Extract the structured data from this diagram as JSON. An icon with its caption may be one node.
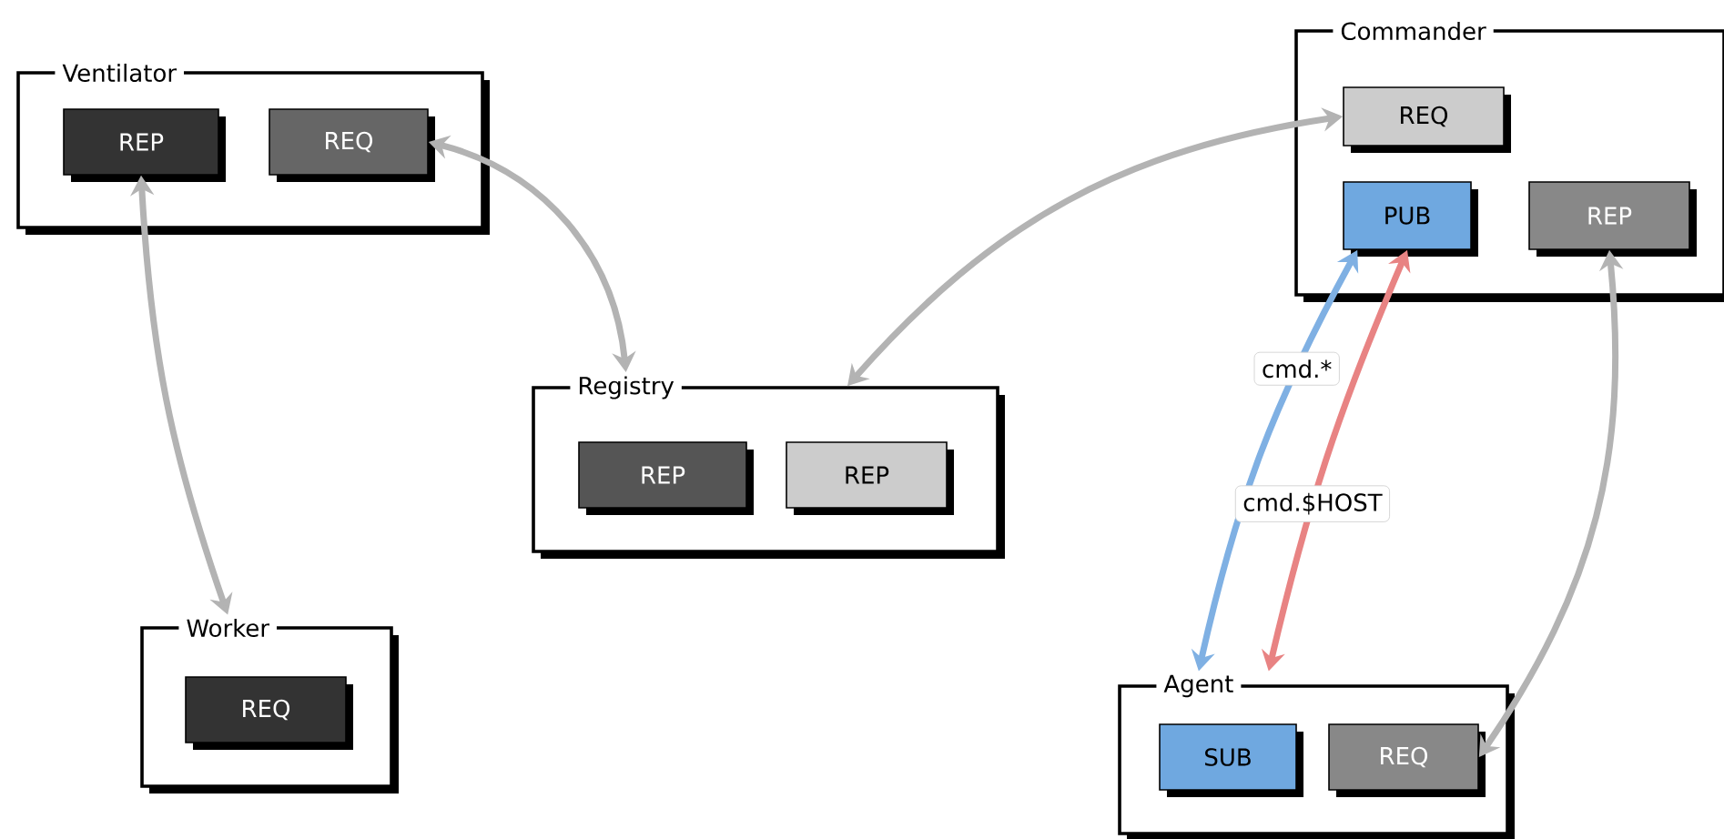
{
  "diagram": {
    "nodes": [
      {
        "text": [
          "Ventilator"
        ]
      },
      {
        "text": [
          "REP"
        ],
        "in": 0
      },
      {
        "text": [
          "REQ"
        ],
        "in": 0
      },
      {
        "text": [
          "Worker"
        ]
      },
      {
        "text": [
          "REQ"
        ],
        "in": 3
      },
      {
        "text": [
          "Registry"
        ]
      },
      {
        "text": [
          "REP"
        ],
        "in": 5
      },
      {
        "text": [
          "REP"
        ],
        "in": 5
      },
      {
        "text": [
          "Commander"
        ]
      },
      {
        "text": [
          "REQ"
        ],
        "in": 8
      },
      {
        "text": [
          "PUB"
        ],
        "in": 8
      },
      {
        "text": [
          "REP"
        ],
        "in": 8
      },
      {
        "text": [
          "Agent"
        ]
      },
      {
        "text": [
          "SUB"
        ],
        "in": 12
      },
      {
        "text": [
          "REQ"
        ],
        "in": 12
      }
    ],
    "edges": [
      {
        "from": 1,
        "to": 3,
        "arrow": "both"
      },
      {
        "from": 2,
        "to": 5,
        "arrow": "both"
      },
      {
        "from": 5,
        "to": 9,
        "arrow": "both"
      },
      {
        "from": 11,
        "to": 14,
        "arrow": "both"
      },
      {
        "from": 12,
        "to": 10,
        "arrow": "both",
        "label": "cmd.*",
        "color": "#7fb0e3"
      },
      {
        "from": 10,
        "to": 12,
        "arrow": "both",
        "label": "cmd.$HOST",
        "color": "#e88383"
      }
    ]
  }
}
